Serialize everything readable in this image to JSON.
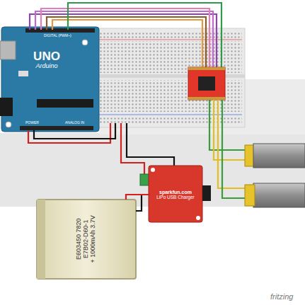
{
  "diagram": {
    "nodes": [
      {
        "text": [
          "UNO",
          "Arduino"
        ]
      },
      {
        "text": [
          "sparkfun.com",
          "LiPo USB Charger"
        ]
      },
      {
        "text": [
          "E603450 7820",
          "E7B02-D60-1",
          "+ 1000mAh 3.7V"
        ]
      }
    ],
    "edges": [
      {
        "from": 2,
        "to": 1,
        "arrow": "none"
      }
    ],
    "labels": [
      "DIGITAL (PWM~)",
      "POWER",
      "ANALOG IN",
      "fritzing"
    ]
  }
}
